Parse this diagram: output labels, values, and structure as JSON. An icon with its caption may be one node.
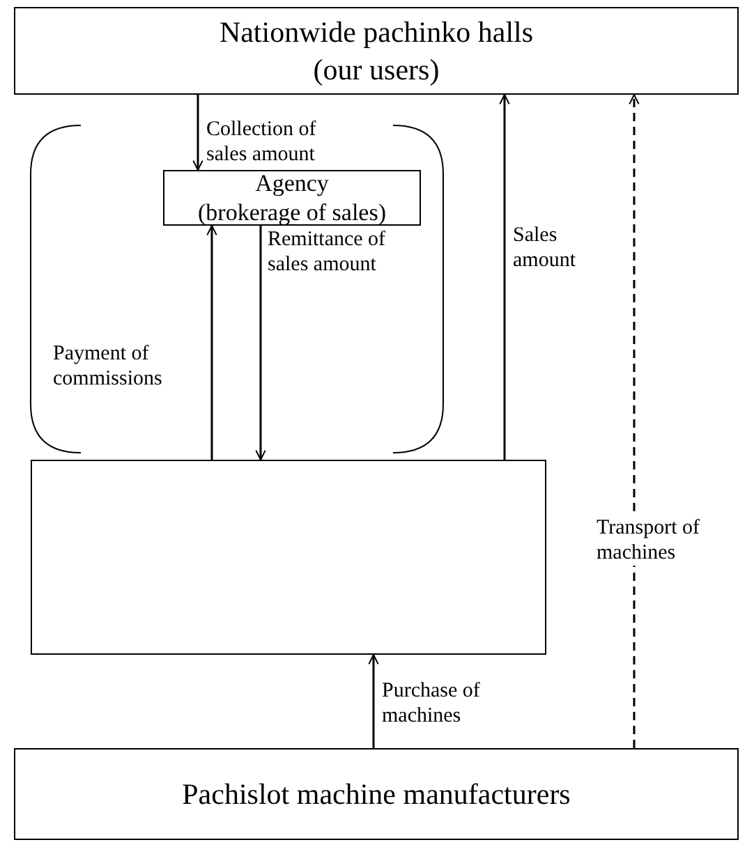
{
  "diagram": {
    "nodes": [
      {
        "text": [
          "Nationwide pachinko halls",
          "(our users)"
        ]
      },
      {
        "text": [
          "Agency",
          "(brokerage of sales)"
        ]
      },
      {
        "text": [],
        "shape": "box"
      },
      {
        "text": [
          "Pachislot machine manufacturers"
        ]
      }
    ],
    "edges": [
      {
        "from": 0,
        "to": 1,
        "arrow": "to",
        "label": "Collection of sales amount"
      },
      {
        "from": 1,
        "to": 2,
        "arrow": "to",
        "label": "Remittance of sales amount"
      },
      {
        "from": 2,
        "to": 1,
        "arrow": "to",
        "label": "Payment of commissions"
      },
      {
        "from": 2,
        "to": 0,
        "arrow": "to",
        "label": "Sales amount"
      },
      {
        "from": 3,
        "to": 2,
        "arrow": "to",
        "label": "Purchase of machines"
      },
      {
        "from": 3,
        "to": 0,
        "arrow": "to",
        "label": "Transport of machines",
        "style": "dashed"
      }
    ]
  }
}
